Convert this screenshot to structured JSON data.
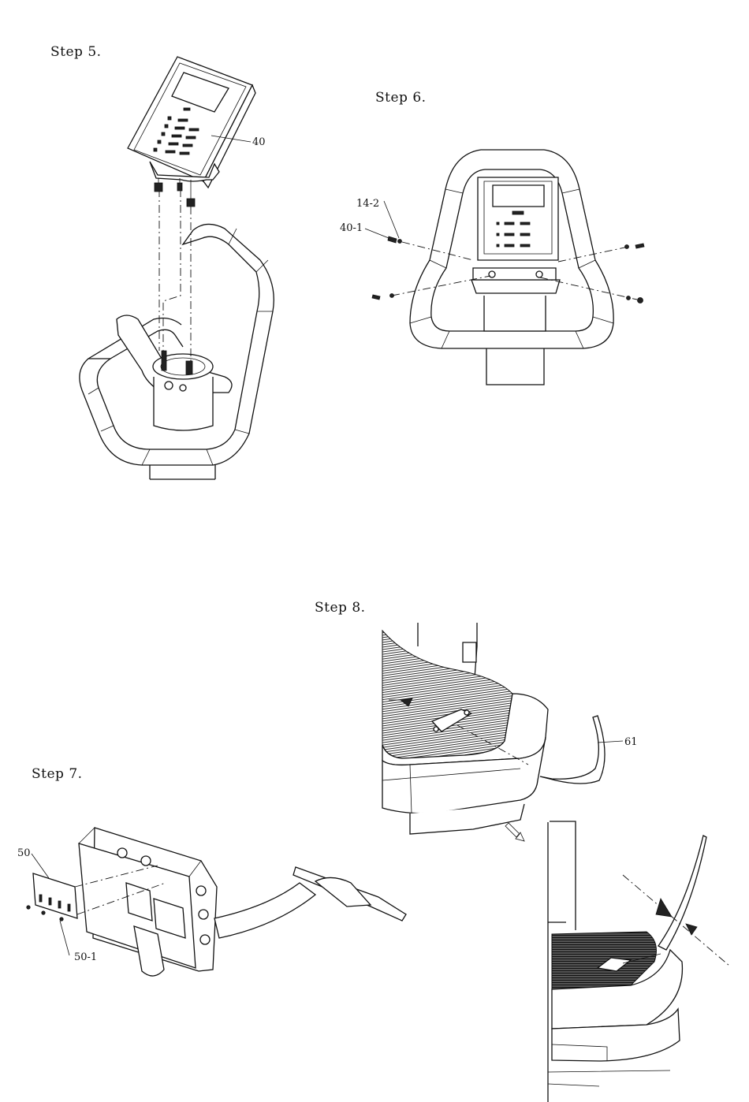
{
  "steps": {
    "step5": "Step 5.",
    "step6": "Step 6.",
    "step7": "Step 7.",
    "step8": "Step 8."
  },
  "parts": {
    "p40": "40",
    "p14_2": "14-2",
    "p40_1": "40-1",
    "p50": "50",
    "p50_1": "50-1",
    "p61": "61"
  }
}
